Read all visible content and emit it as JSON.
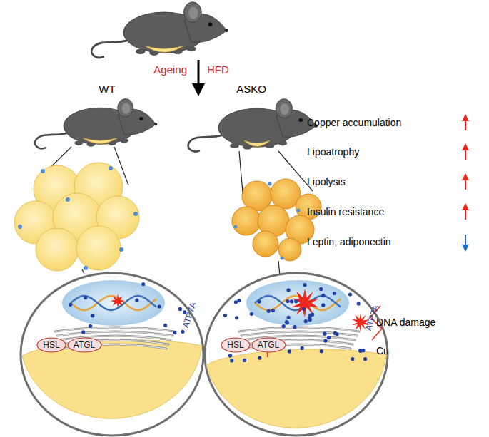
{
  "diagram": {
    "nodes": [
      {
        "text": [
          "HSL"
        ]
      },
      {
        "text": [
          "ATGL"
        ]
      },
      {
        "text": [
          "HSL"
        ]
      },
      {
        "text": [
          "ATGL"
        ]
      }
    ],
    "labels": [
      "Ageing",
      "HFD",
      "WT",
      "ASKO",
      "ATP7A",
      "ATP7A",
      "Copper accumulation",
      "Lipoatrophy",
      "Lipolysis",
      "Insulin resistance",
      "Leptin, adiponectin"
    ],
    "legend": [
      {
        "text": "DNA damage"
      },
      {
        "text": "Cu"
      }
    ]
  }
}
